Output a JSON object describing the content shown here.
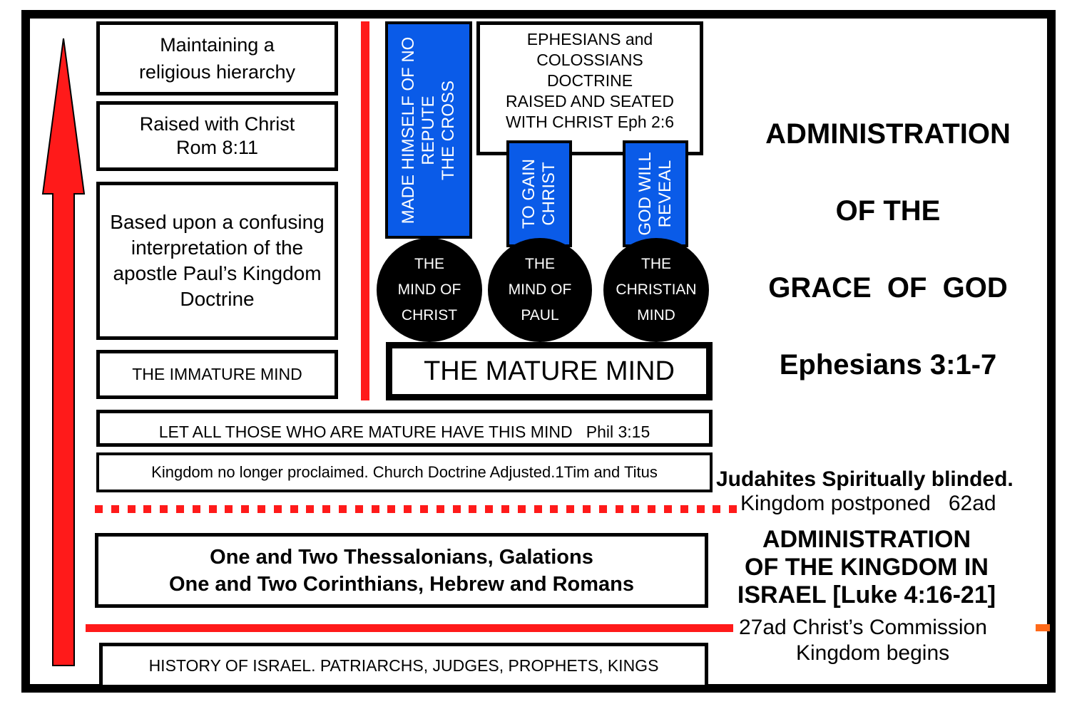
{
  "left_column": {
    "box1": "Maintaining a religious hierarchy",
    "box2_line1": "Raised with Christ",
    "box2_line2": "Rom 8:11",
    "box3": "Based upon a confusing interpretation of the apostle Paul’s Kingdom Doctrine",
    "box4": "THE IMMATURE MIND"
  },
  "top_box": {
    "line1": "EPHESIANS and",
    "line2": "COLOSSIANS",
    "line3": "DOCTRINE",
    "line4": "RAISED AND SEATED",
    "line5": "WITH CHRIST Eph 2:6"
  },
  "pillars": [
    {
      "bar_lines": [
        "MADE HIMSELF OF NO",
        "REPUTE",
        "THE CROSS"
      ],
      "circle_lines": [
        "THE",
        "MIND OF",
        "CHRIST"
      ]
    },
    {
      "bar_lines": [
        "TO GAIN",
        "CHRIST"
      ],
      "circle_lines": [
        "THE",
        "MIND OF",
        "PAUL"
      ]
    },
    {
      "bar_lines": [
        "GOD WILL",
        "REVEAL"
      ],
      "circle_lines": [
        "THE",
        "CHRISTIAN",
        "MIND"
      ]
    }
  ],
  "mature_mind": "THE MATURE MIND",
  "right_title": {
    "line1": "ADMINISTRATION",
    "line2": "OF THE",
    "line3": "GRACE  OF  GOD",
    "line4": "Ephesians 3:1-7"
  },
  "phil_box": "LET ALL THOSE WHO ARE MATURE HAVE THIS MIND   Phil 3:15",
  "kingdom_box": "Kingdom no longer proclaimed. Church Doctrine Adjusted.1Tim and Titus",
  "judahites": "Judahites Spiritually blinded.",
  "postponed": "Kingdom postponed   62ad",
  "letters_box": {
    "line1": "One and Two Thessalonians, Galations",
    "line2": "One and Two Corinthians, Hebrew and Romans"
  },
  "kingdom_admin": {
    "line1": "ADMINISTRATION",
    "line2": "OF THE KINGDOM IN",
    "line3": "ISRAEL [Luke 4:16-21]"
  },
  "commission": {
    "line1": "27ad Christ’s Commission",
    "line2": "Kingdom begins"
  },
  "history_box": "HISTORY OF ISRAEL. PATRIARCHS, JUDGES, PROPHETS, KINGS",
  "colors": {
    "red": "#ff1a1a",
    "blue": "#0a5be8",
    "orange": "#ff6a1a",
    "black": "#000000"
  }
}
